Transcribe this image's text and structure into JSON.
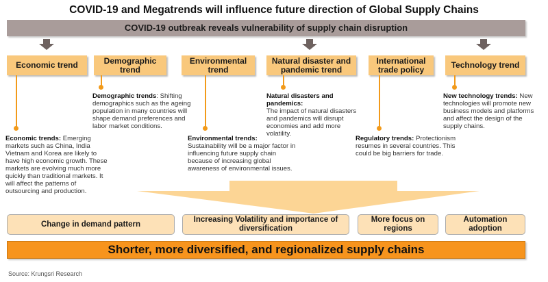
{
  "title": "COVID-19 and Megatrends will influence future direction of Global Supply Chains",
  "banner": "COVID-19 outbreak reveals vulnerability of supply chain disruption",
  "trends": [
    {
      "label": "Economic trend",
      "desc_title": "Economic trends:",
      "desc": " Emerging markets such as China, India Vietnam and Korea are likely to have high economic growth. These markets are evolving much more quickly than traditional markets. It will affect the patterns of outsourcing and production."
    },
    {
      "label": "Demographic trend",
      "desc_title": "Demographic trends",
      "desc": ": Shifting demographics such as the ageing population in many countries will shape demand preferences and labor market conditions."
    },
    {
      "label": "Environmental trend",
      "desc_title": "Environmental trends:",
      "desc": " Sustainability will be a major factor in influencing future supply chain because of increasing global awareness of environmental issues."
    },
    {
      "label": "Natural disaster and pandemic trend",
      "desc_title": "Natural disasters and pandemics:",
      "desc": " The impact of natural disasters and pandemics will disrupt economies and add more volatility."
    },
    {
      "label": "International trade policy",
      "desc_title": "Regulatory trends:",
      "desc": " Protectionism resumes in several countries. This could be big barriers for trade."
    },
    {
      "label": "Technology trend",
      "desc_title": "New technology trends:",
      "desc": " New technologies will promote new business models and platforms and affect the design of the supply chains."
    }
  ],
  "results": [
    "Change in demand pattern",
    "Increasing Volatility and importance of diversification",
    "More focus on regions",
    "Automation adoption"
  ],
  "final": "Shorter, more diversified, and regionalized supply chains",
  "source": "Source: Krungsri Research"
}
